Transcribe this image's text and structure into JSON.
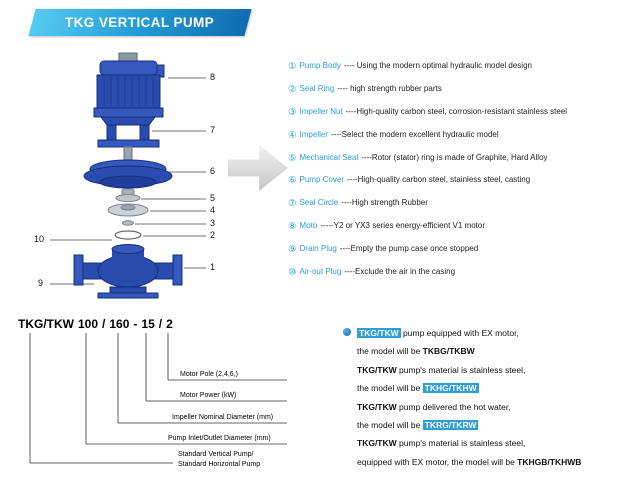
{
  "banner": {
    "title": "TKG VERTICAL PUMP"
  },
  "parts_list": {
    "items": [
      {
        "num": "①",
        "name": "Pump Body",
        "desc": "---- Using the modern optimal hydraulic model design"
      },
      {
        "num": "②",
        "name": "Seal Ring",
        "desc": "---- high strength rubber parts"
      },
      {
        "num": "③",
        "name": "Impeller Nut",
        "desc": "----High-quality carbon steel, corrosion-resistant stainless steel"
      },
      {
        "num": "④",
        "name": "Impeller",
        "desc": "----Select the modern excellent hydraulic model"
      },
      {
        "num": "⑤",
        "name": "Mechanical Seal",
        "desc": "----Rotor (stator) ring is made of Graphite, Hard Alloy"
      },
      {
        "num": "⑥",
        "name": "Pump Cover",
        "desc": "----High-quality carbon steel, stainless steel, casting"
      },
      {
        "num": "⑦",
        "name": "Seal Circle",
        "desc": "----High strength Rubber"
      },
      {
        "num": "⑧",
        "name": "Moto",
        "desc": "-----Y2 or YX3 series energy-efficient V1 motor"
      },
      {
        "num": "⑨",
        "name": "Drain Plug",
        "desc": "----Empty the pump case once stopped"
      },
      {
        "num": "⑩",
        "name": "Air-out Plug",
        "desc": "----Exclude the air in the casing"
      }
    ]
  },
  "diagram": {
    "callouts": {
      "c1": "1",
      "c2": "2",
      "c3": "3",
      "c4": "4",
      "c5": "5",
      "c6": "6",
      "c7": "7",
      "c8": "8",
      "c9": "9",
      "c10": "10"
    }
  },
  "model_code": {
    "tokens": [
      "TKG/TKW",
      "100",
      "/",
      "160",
      "-",
      "15",
      "/",
      "2"
    ],
    "labels": [
      "Motor Pole (2,4,6,)",
      "Motor Power  (kW)",
      "Impeller Nominal Diameter (mm)",
      "Pump Inlet/Outlet Diameter (mm)",
      "Standard Vertical Pump/",
      "Standard  Horizontal Pump"
    ]
  },
  "notes": {
    "lines": [
      {
        "segments": [
          {
            "text": "TKG/TKW"
          },
          {
            "text": " pump equipped with EX motor,"
          }
        ]
      },
      {
        "segments": [
          {
            "text": "the model will be "
          },
          {
            "text": "TKBG/TKBW"
          }
        ]
      },
      {
        "segments": [
          {
            "text": "TKG/TKW"
          },
          {
            "text": " pump's material is stainless steel,"
          }
        ]
      },
      {
        "segments": [
          {
            "text": "the model will be "
          },
          {
            "text": "TKHG/TKHW"
          }
        ]
      },
      {
        "segments": [
          {
            "text": "TKG/TKW"
          },
          {
            "text": " pump delivered the hot water,"
          }
        ]
      },
      {
        "segments": [
          {
            "text": "the model will be "
          },
          {
            "text": "TKRG/TKRW"
          }
        ]
      },
      {
        "segments": [
          {
            "text": "TKG/TKW"
          },
          {
            "text": " pump's material is stainless steel,"
          }
        ]
      },
      {
        "segments": [
          {
            "text": "equipped with EX motor, the model will be "
          },
          {
            "text": "TKHGB/TKHWB"
          }
        ]
      }
    ]
  },
  "colors": {
    "accent_blue": "#2b9fd6",
    "pump_blue": "#2a4cae",
    "highlight_blue": "#2f9ed7",
    "banner_gradient_start": "#55cbf0",
    "banner_gradient_end": "#0e6cb0"
  }
}
